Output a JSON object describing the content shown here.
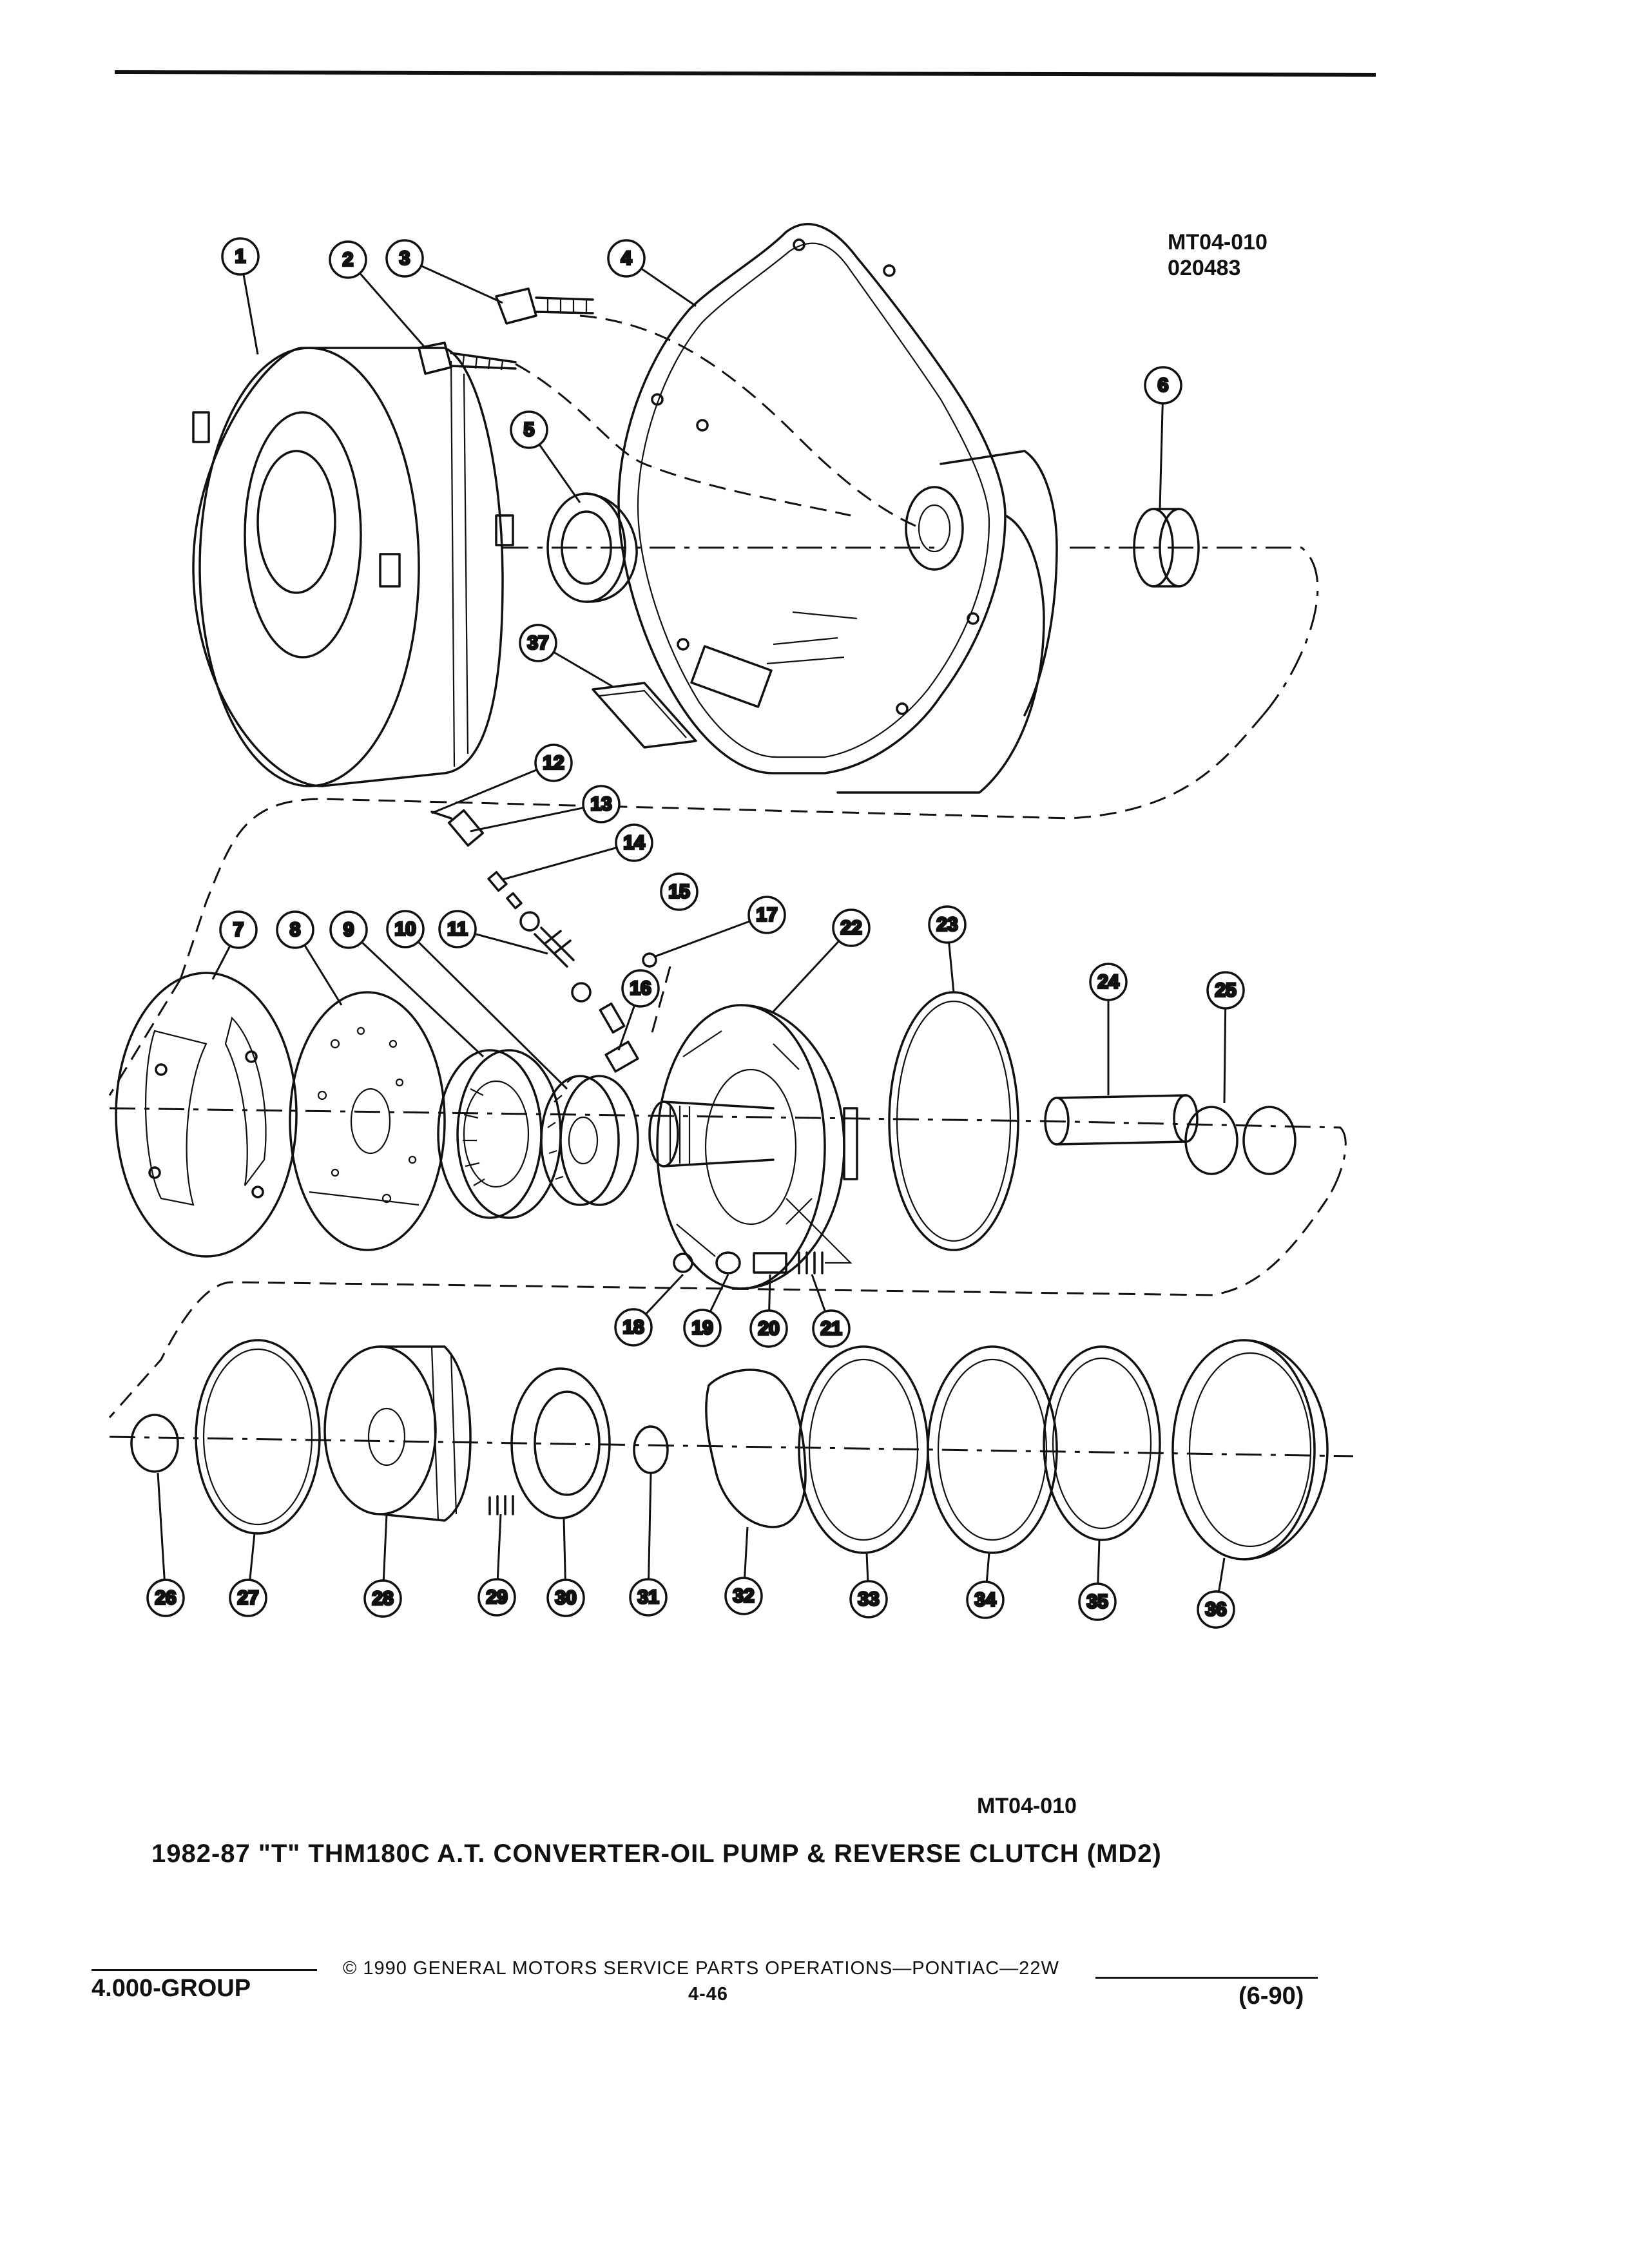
{
  "figure_ref": [
    "MT04-010",
    "020483"
  ],
  "figure_ref_bottom": "MT04-010",
  "caption": "1982-87 \"T\" THM180C A.T. CONVERTER-OIL PUMP & REVERSE CLUTCH (MD2)",
  "footer": {
    "copyright": "© 1990 GENERAL MOTORS SERVICE PARTS OPERATIONS—PONTIAC—22W",
    "group": "4.000-GROUP",
    "page": "4-46",
    "date": "(6-90)"
  },
  "callouts": [
    "1",
    "2",
    "3",
    "4",
    "5",
    "6",
    "7",
    "8",
    "9",
    "10",
    "11",
    "12",
    "13",
    "14",
    "15",
    "16",
    "17",
    "18",
    "19",
    "20",
    "21",
    "22",
    "23",
    "24",
    "25",
    "26",
    "27",
    "28",
    "29",
    "30",
    "31",
    "32",
    "33",
    "34",
    "35",
    "36",
    "37"
  ]
}
